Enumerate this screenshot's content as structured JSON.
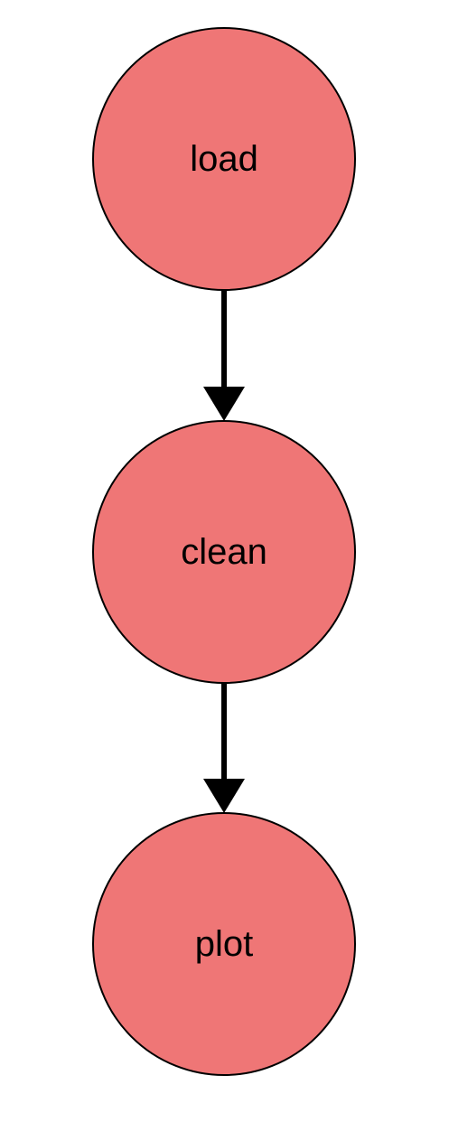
{
  "diagram": {
    "type": "flowchart",
    "direction": "top-to-bottom",
    "node_fill": "#ef7676",
    "node_stroke": "#000000",
    "edge_color": "#000000",
    "nodes": [
      {
        "id": "load",
        "label": "load"
      },
      {
        "id": "clean",
        "label": "clean"
      },
      {
        "id": "plot",
        "label": "plot"
      }
    ],
    "edges": [
      {
        "from": "load",
        "to": "clean"
      },
      {
        "from": "clean",
        "to": "plot"
      }
    ]
  }
}
